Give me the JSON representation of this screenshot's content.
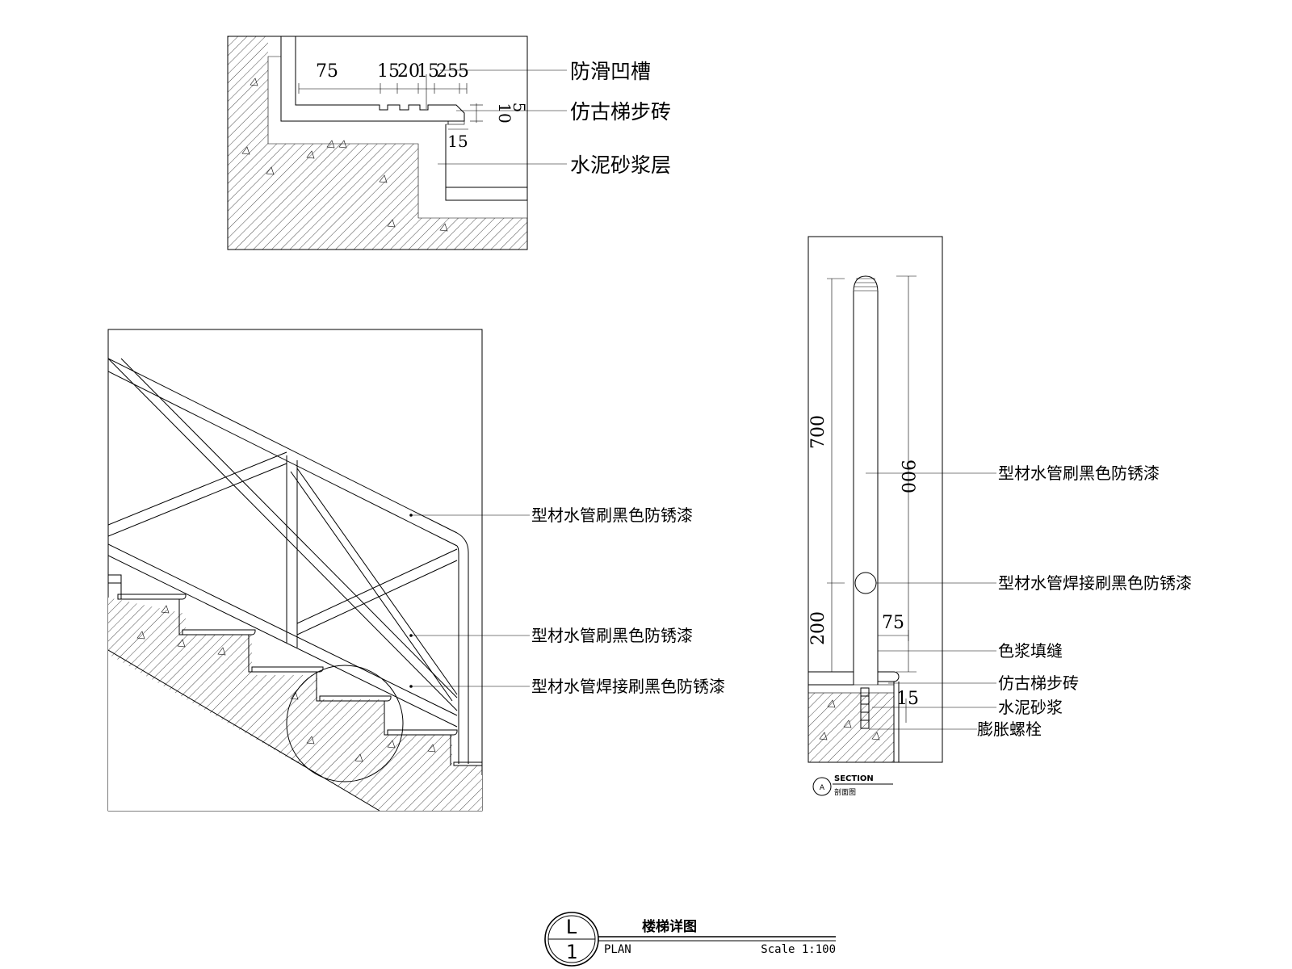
{
  "detail_top": {
    "labels": [
      "防滑凹槽",
      "仿古梯步砖",
      "水泥砂浆层"
    ],
    "dims": {
      "d75": "75",
      "d15a": "15",
      "d20": "20",
      "d15b": "15",
      "d25": "25",
      "d5": "5",
      "d10": "10",
      "d5b": "5",
      "d15c": "15"
    }
  },
  "elevation": {
    "labels": [
      "型材水管刷黑色防锈漆",
      "型材水管刷黑色防锈漆",
      "型材水管焊接刷黑色防锈漆"
    ]
  },
  "section": {
    "labels": [
      "型材水管刷黑色防锈漆",
      "型材水管焊接刷黑色防锈漆",
      "色浆填缝",
      "仿古梯步砖",
      "水泥砂浆",
      "膨胀螺栓"
    ],
    "dims": {
      "d700": "700",
      "d900": "900",
      "d200": "200",
      "d75": "75",
      "d15": "15"
    },
    "tag_letter": "A",
    "tag_title": "SECTION",
    "tag_sub": "剖面图"
  },
  "title_block": {
    "letter": "L",
    "number": "1",
    "title": "楼梯详图",
    "plan": "PLAN",
    "scale": "Scale 1:100"
  }
}
